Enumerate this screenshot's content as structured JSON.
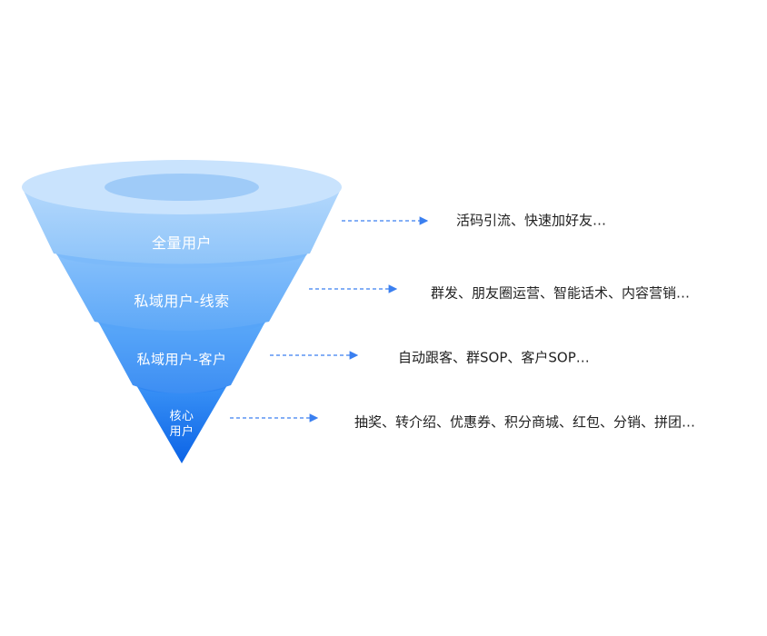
{
  "funnel": {
    "layers": [
      {
        "label": "全量用户",
        "color": "#9ecbf9"
      },
      {
        "label": "私域用户-线索",
        "color": "#6cb2fb"
      },
      {
        "label": "私域用户-客户",
        "color": "#3f97f7"
      },
      {
        "label_line1": "核心",
        "label_line2": "用户",
        "color": "#1a78f0"
      }
    ],
    "rim_color": "#c8e2fd",
    "hole_color": "#9ecbf9"
  },
  "strategies": [
    {
      "text": "活码引流、快速加好友…"
    },
    {
      "text": "群发、朋友圈运营、智能话术、内容营销…"
    },
    {
      "text": "自动跟客、群SOP、客户SOP…"
    },
    {
      "text": "抽奖、转介绍、优惠券、积分商城、红包、分销、拼团…"
    }
  ],
  "arrow_color": "#3a7ff0"
}
